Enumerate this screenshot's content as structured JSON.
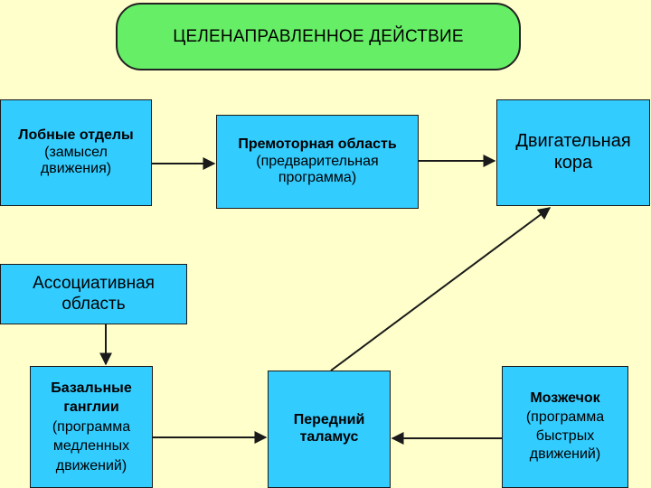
{
  "title": "ЦЕЛЕНАПРАВЛЕННОЕ ДЕЙСТВИЕ",
  "boxes": {
    "frontal": {
      "line1": "Лобные отделы",
      "line2": "(замысел",
      "line3": "движения)"
    },
    "premotor": {
      "line1": "Премоторная область",
      "line2": "(предварительная",
      "line3": "программа)"
    },
    "motor": {
      "line1": "Двигательная",
      "line2": "кора"
    },
    "associative": {
      "line1": "Ассоциативная",
      "line2": "область"
    },
    "basal": {
      "line1": "Базальные",
      "line2": "ганглии",
      "line3": "(программа",
      "line4": "медленных",
      "line5": "движений)"
    },
    "thalamus": {
      "line1": "Передний",
      "line2": "таламус"
    },
    "cerebellum": {
      "line1": "Мозжечок",
      "line2": "(программа",
      "line3": "быстрых",
      "line4": "движений)"
    }
  },
  "colors": {
    "background": "#ffffcc",
    "box": "#33ccff",
    "title_box": "#66ee66",
    "arrow": "#1a1a1a"
  }
}
